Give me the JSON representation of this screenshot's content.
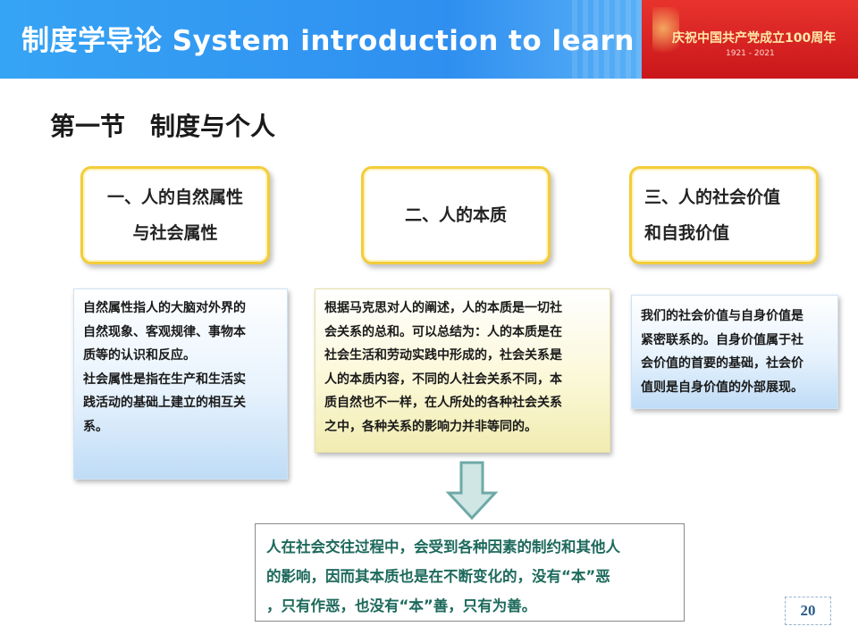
{
  "header": {
    "title": "制度学导论 System introduction to learn",
    "anniversary": "庆祝中国共产党成立100周年",
    "years": "1921 - 2021"
  },
  "section_title": "第一节　制度与个人",
  "heading_boxes": [
    {
      "lines": [
        "一、人的自然属性",
        "与社会属性"
      ]
    },
    {
      "lines": [
        "二、人的本质"
      ]
    },
    {
      "lines": [
        "三、人的社会价值",
        "和自我价值"
      ]
    }
  ],
  "content_boxes": [
    {
      "lines": [
        "自然属性指人的大脑对外界的",
        "自然现象、客观规律、事物本",
        "质等的认识和反应。",
        "社会属性是指在生产和生活实",
        "践活动的基础上建立的相互关",
        "系。"
      ]
    },
    {
      "lines": [
        "根据马克思对人的阐述，人的本质是一切社",
        "会关系的总和。可以总结为：人的本质是在",
        "社会生活和劳动实践中形成的，社会关系是",
        "人的本质内容，不同的人社会关系不同，本",
        "质自然也不一样，在人所处的各种社会关系",
        "之中，各种关系的影响力并非等同的。"
      ]
    },
    {
      "lines": [
        "我们的社会价值与自身价值是",
        "紧密联系的。自身价值属于社",
        "会价值的首要的基础，社会价",
        "值则是自身价值的外部展现。"
      ]
    }
  ],
  "conclusion": {
    "lines": [
      "人在社会交往过程中，会受到各种因素的制约和其他人",
      "的影响，因而其本质也是在不断变化的，没有“本”恶",
      "，只有作恶，也没有“本”善，只有为善。"
    ]
  },
  "page_number": "20",
  "colors": {
    "header_blue": "#2f8ff0",
    "header_red": "#d21f1f",
    "box_border": "#f3cc39",
    "conclusion_text": "#1e6a5c",
    "arrow_fill": "#cfe6e4",
    "arrow_stroke": "#6ea9a6"
  },
  "icons": {
    "arrow": "down-arrow-icon"
  }
}
